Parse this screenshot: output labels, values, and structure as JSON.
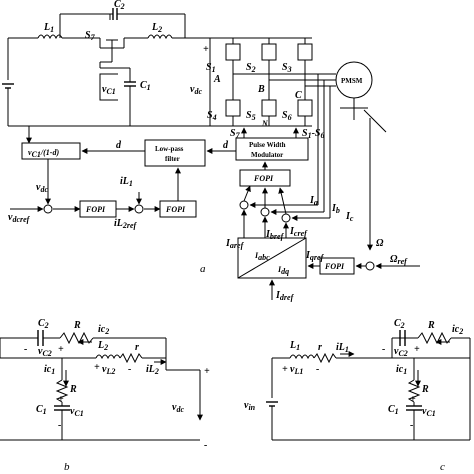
{
  "panel_a": {
    "caption": "a",
    "labels": {
      "C2": "C",
      "C2_sub": "2",
      "L1": "L",
      "L1_sub": "1",
      "L2": "L",
      "L2_sub": "2",
      "S7": "S",
      "S7_sub": "7",
      "vC1": "v",
      "vC1_sub": "C1",
      "C1": "C",
      "C1_sub": "1",
      "S1": "S",
      "S1_sub": "1",
      "S2": "S",
      "S2_sub": "2",
      "S3": "S",
      "S3_sub": "3",
      "S4": "S",
      "S4_sub": "4",
      "S5": "S",
      "S5_sub": "5",
      "S6": "S",
      "S6_sub": "6",
      "A": "A",
      "B": "B",
      "C": "C",
      "N": "N",
      "vdc": "v",
      "vdc_sub": "dc",
      "pmsm": "PMSM",
      "d_left": "d",
      "d_right": "d",
      "S7_out": "S",
      "S7_out_sub": "7",
      "S1S6_out": "S",
      "S1S6_out_sub": "1",
      "S1S6_dash": "-S",
      "S1S6_dash_sub": "6",
      "vdc_fb": "v",
      "vdc_fb_sub": "dc",
      "iL1": "iL",
      "iL1_sub": "1",
      "iL2ref": "iL",
      "iL2ref_sub": "2ref",
      "vdcref": "v",
      "vdcref_sub": "dcref",
      "Ia": "I",
      "Ia_sub": "a",
      "Ib": "I",
      "Ib_sub": "b",
      "Ic": "I",
      "Ic_sub": "c",
      "Iaref": "I",
      "Iaref_sub": "aref",
      "Ibref": "I",
      "Ibref_sub": "bref",
      "Icref": "I",
      "Icref_sub": "cref",
      "Iqref": "I",
      "Iqref_sub": "qref",
      "Idref": "I",
      "Idref_sub": "dref",
      "Omega": "Ω",
      "Omegaref": "Ω",
      "Omegaref_sub": "ref"
    },
    "blocks": {
      "vc1_div": "v",
      "vc1_div_sub": "C1",
      "vc1_div_tail": "/(1-d)",
      "lpf_line1": "Low-pass",
      "lpf_line2": "filter",
      "pwm_line1": "Pulse Width",
      "pwm_line2": "Modulator",
      "fopi_top": "FOPI",
      "fopi_1": "FOPI",
      "fopi_2": "FOPI",
      "fopi_speed": "FOPI",
      "abc": "I",
      "abc_sub": "abc",
      "dq": "I",
      "dq_sub": "dq"
    }
  },
  "panel_b": {
    "caption": "b",
    "labels": {
      "C2": "C",
      "C2_sub": "2",
      "R_top": "R",
      "ic2": "ic",
      "ic2_sub": "2",
      "vC2": "v",
      "vC2_sub": "C2",
      "L2": "L",
      "L2_sub": "2",
      "r": "r",
      "vL2": "v",
      "vL2_sub": "L2",
      "iL2": "iL",
      "iL2_sub": "2",
      "ic1": "ic",
      "ic1_sub": "1",
      "R_mid": "R",
      "C1": "C",
      "C1_sub": "1",
      "vC1": "v",
      "vC1_sub": "C1",
      "vdc": "v",
      "vdc_sub": "dc"
    }
  },
  "panel_c": {
    "caption": "c",
    "labels": {
      "L1": "L",
      "L1_sub": "1",
      "r": "r",
      "iL1": "iL",
      "iL1_sub": "1",
      "vL1": "v",
      "vL1_sub": "L1",
      "C2": "C",
      "C2_sub": "2",
      "R_top": "R",
      "ic2": "ic",
      "ic2_sub": "2",
      "vC2": "v",
      "vC2_sub": "C2",
      "ic1": "ic",
      "ic1_sub": "1",
      "R_mid": "R",
      "C1": "C",
      "C1_sub": "1",
      "vC1": "v",
      "vC1_sub": "C1",
      "vin": "v",
      "vin_sub": "in"
    }
  }
}
